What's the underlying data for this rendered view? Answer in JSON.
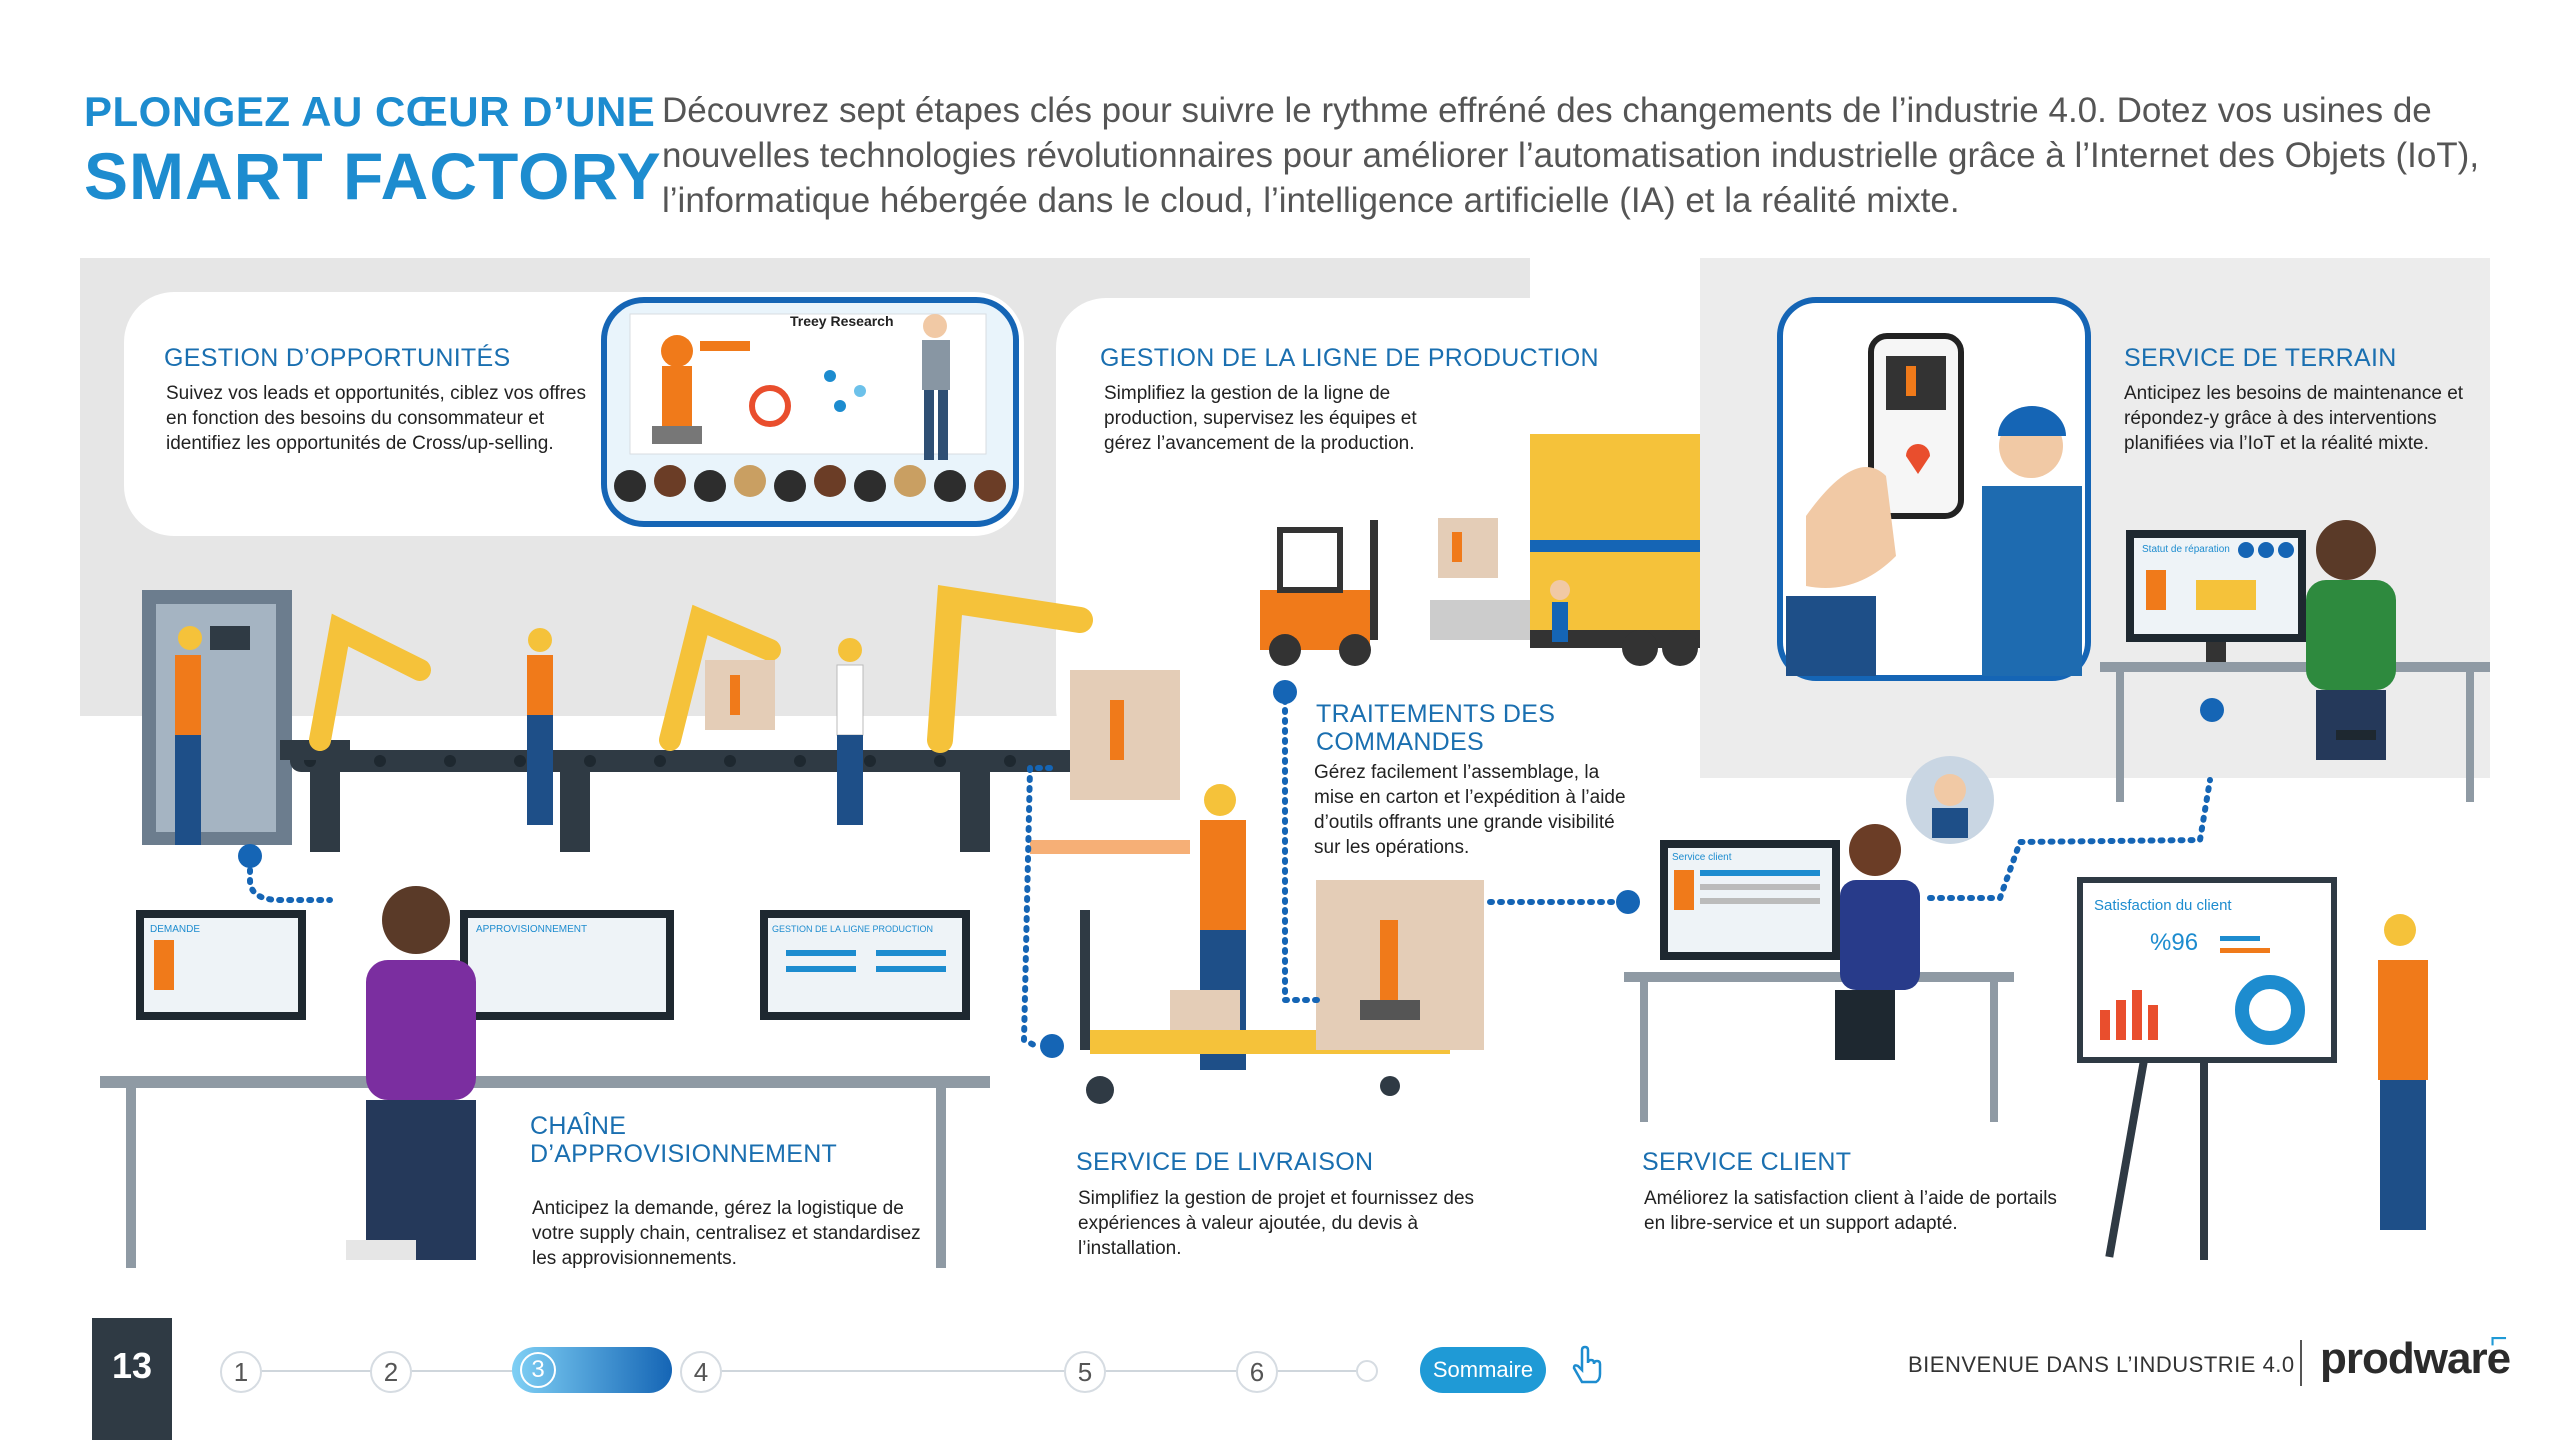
{
  "header": {
    "title_line1": "PLONGEZ AU CŒUR D’UNE",
    "title_line2": "SMART FACTORY",
    "intro": "Découvrez sept étapes clés pour suivre le rythme effréné des changements de l’industrie 4.0. Dotez vos usines de nouvelles technologies révolutionnaires pour améliorer l’automatisation industrielle grâce à l’Internet des Objets (IoT), l’informatique hébergée dans le cloud, l’intelligence artificielle (IA) et la réalité mixte."
  },
  "sections": {
    "opportunites": {
      "title": "GESTION D’OPPORTUNITÉS",
      "text": "Suivez vos leads et opportunités, ciblez vos offres en fonction des besoins du consommateur et identifiez les opportunités de Cross/up-selling."
    },
    "ligne": {
      "title": "GESTION DE LA LIGNE DE PRODUCTION",
      "text": "Simplifiez la gestion de la ligne de production, supervisez les équipes et gérez l’avancement de la production."
    },
    "terrain": {
      "title": "SERVICE DE TERRAIN",
      "text": "Anticipez les besoins de maintenance et répondez-y grâce à des interventions planifiées via l’IoT et la réalité mixte."
    },
    "commandes": {
      "title": "TRAITEMENTS DES COMMANDES",
      "text": "Gérez facilement l’assemblage, la mise en carton et l’expédition à l’aide d’outils offrants une grande visibilité sur les opérations."
    },
    "chaine": {
      "title": "CHAÎNE D’APPROVISIONNEMENT",
      "text": "Anticipez la demande, gérez la logistique de votre supply chain, centralisez et standardisez les approvisionnements."
    },
    "livraison": {
      "title": "SERVICE DE LIVRAISON",
      "text": "Simplifiez la gestion de projet et fournissez des expériences à valeur ajoutée, du devis à l’installation."
    },
    "client": {
      "title": "SERVICE CLIENT",
      "text": "Améliorez la satisfaction client à l’aide de portails en libre-service et un support adapté."
    }
  },
  "illustration_labels": {
    "presentation": "Treey Research",
    "screen_demande": "DEMANDE",
    "screen_appro": "APPROVISIONNEMENT",
    "screen_ligne": "GESTION DE LA LIGNE PRODUCTION",
    "screen_reparation": "Statut de réparation",
    "screen_service": "Service client",
    "board_title": "Satisfaction du client",
    "board_value": "%96"
  },
  "navigation": {
    "page_number": "13",
    "steps": [
      "1",
      "2",
      "3",
      "4",
      "5",
      "6"
    ],
    "active_step": "3",
    "sommaire": "Sommaire",
    "pointer_icon": "hand-pointer-icon"
  },
  "footer": {
    "text": "BIENVENUE DANS L’INDUSTRIE 4.0",
    "logo": "prodware"
  },
  "colors": {
    "accent_blue": "#1d8ccf",
    "title_blue": "#1a6fb0",
    "robot_orange": "#f07a1a",
    "machine_yellow": "#f5c23a",
    "panel_gray": "#e6e6e6",
    "dark_navy": "#2f3a44"
  }
}
